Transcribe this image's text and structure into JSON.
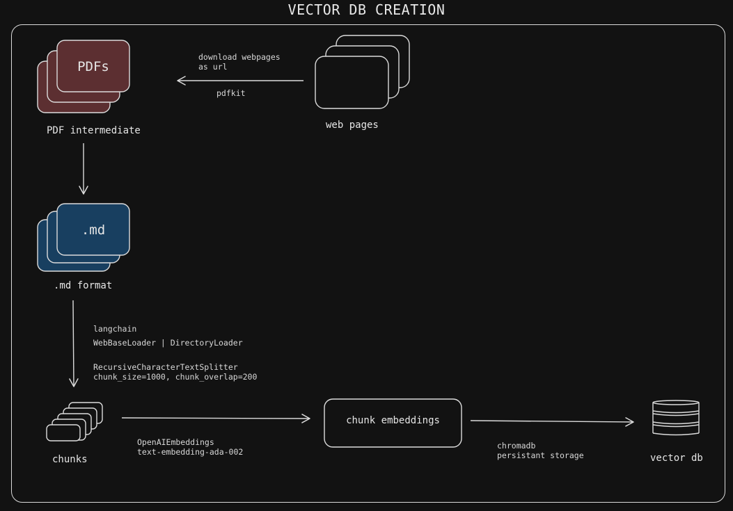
{
  "title": "VECTOR DB CREATION",
  "nodes": {
    "pdfs": {
      "stack_text": "PDFs",
      "caption": "PDF intermediate",
      "fill": "#5c2f31"
    },
    "web_pages": {
      "caption": "web pages"
    },
    "md": {
      "stack_text": ".md",
      "caption": ".md format",
      "fill": "#183f60"
    },
    "chunks": {
      "caption": "chunks"
    },
    "chunk_embeddings": {
      "label": "chunk embeddings"
    },
    "vector_db": {
      "caption": "vector db"
    }
  },
  "edges": {
    "web_to_pdf": {
      "label_top": "download webpages\nas url",
      "label_bottom": "pdfkit"
    },
    "md_to_chunks": {
      "loader_lib": "langchain",
      "loaders": "WebBaseLoader | DirectoryLoader",
      "splitter": "RecursiveCharacterTextSplitter\nchunk_size=1000, chunk_overlap=200"
    },
    "chunks_to_embeddings": {
      "label": "OpenAIEmbeddings\ntext-embedding-ada-002"
    },
    "embeddings_to_db": {
      "label": "chromadb\npersistant storage"
    }
  },
  "colors": {
    "stroke": "#dcdcdc",
    "background": "#121212"
  }
}
